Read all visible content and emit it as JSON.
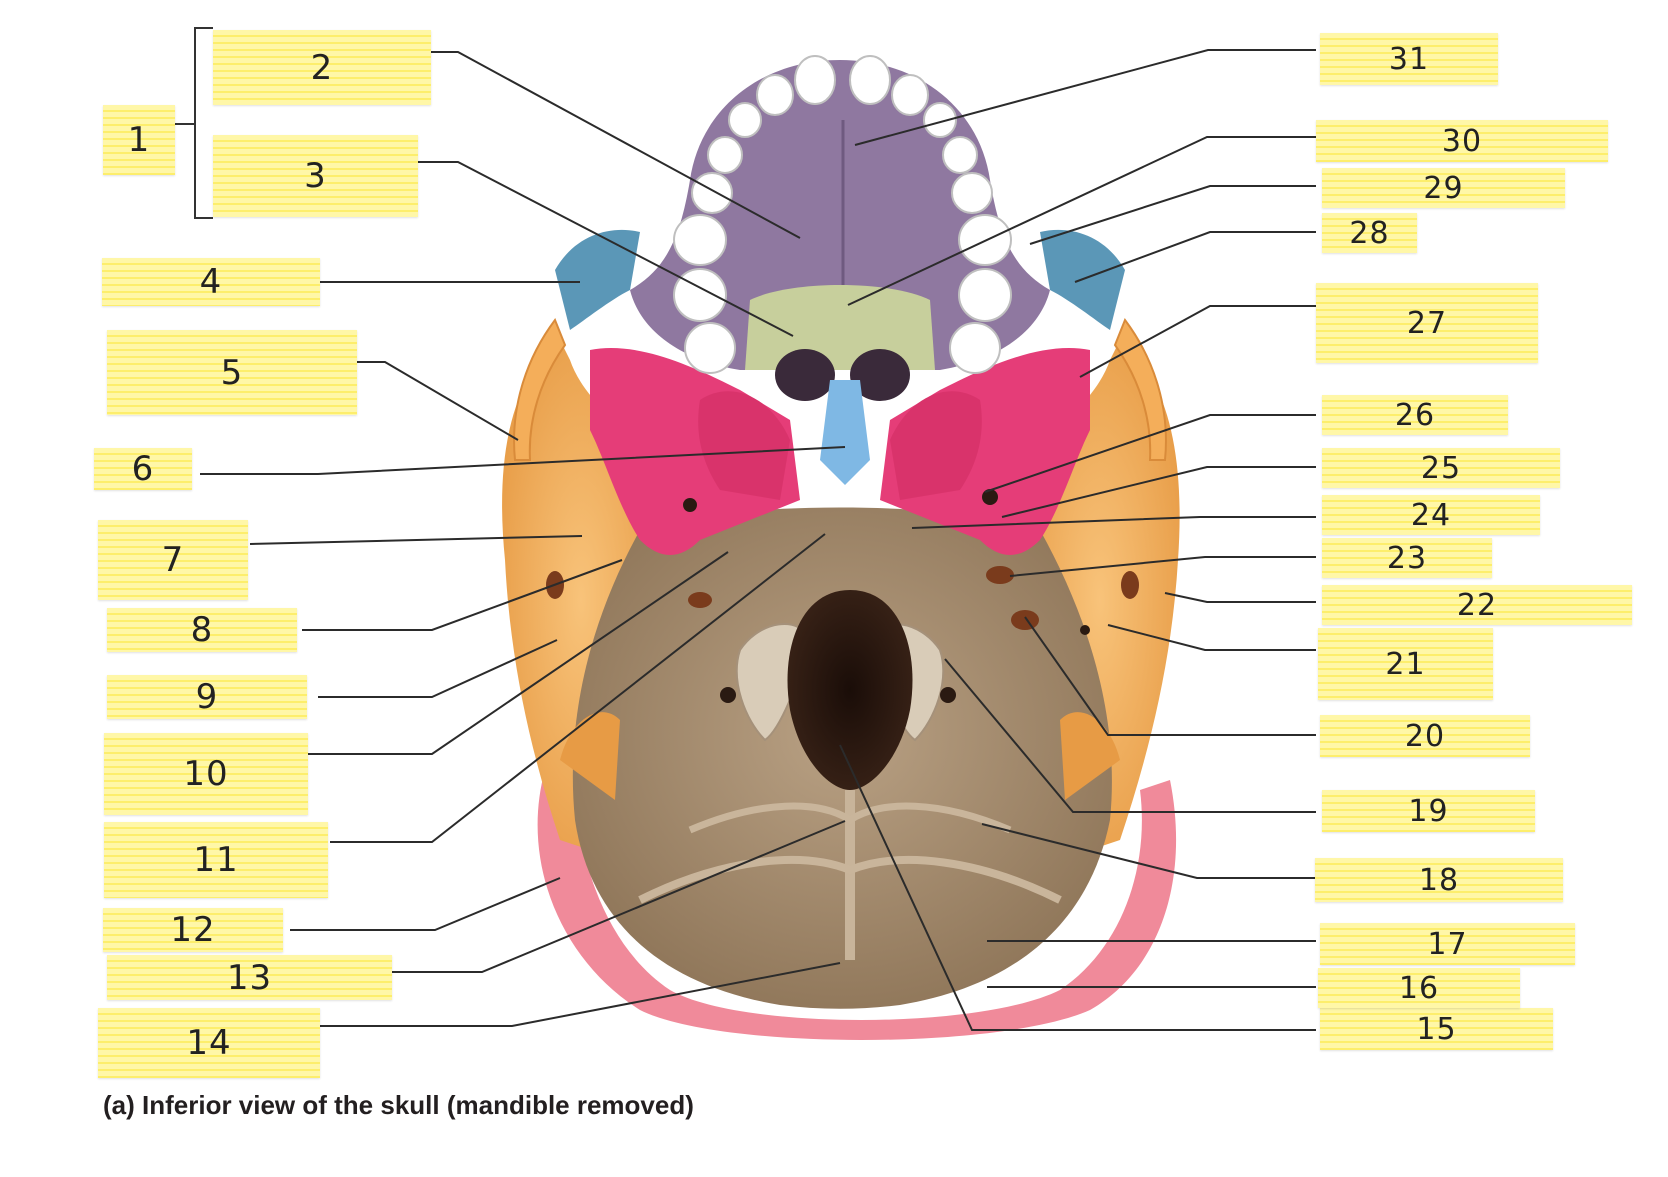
{
  "caption": "(a) Inferior view of the skull (mandible removed)",
  "labels": [
    "1",
    "2",
    "3",
    "4",
    "5",
    "6",
    "7",
    "8",
    "9",
    "10",
    "11",
    "12",
    "13",
    "14",
    "15",
    "16",
    "17",
    "18",
    "19",
    "20",
    "21",
    "22",
    "23",
    "24",
    "25",
    "26",
    "27",
    "28",
    "29",
    "30",
    "31"
  ],
  "colors": {
    "parietal": "#f08a9a",
    "temporal": "#f4ae5a",
    "occipital": "#a98e74",
    "sphenoid": "#e53d78",
    "zygomatic": "#5b97b7",
    "maxilla": "#8f78a0",
    "palatine": "#c7cf9c",
    "vomer": "#7fb8e4",
    "teeth": "#ffffff",
    "sticky_note": "#fff59a",
    "leader_line": "#2b2b2b"
  }
}
